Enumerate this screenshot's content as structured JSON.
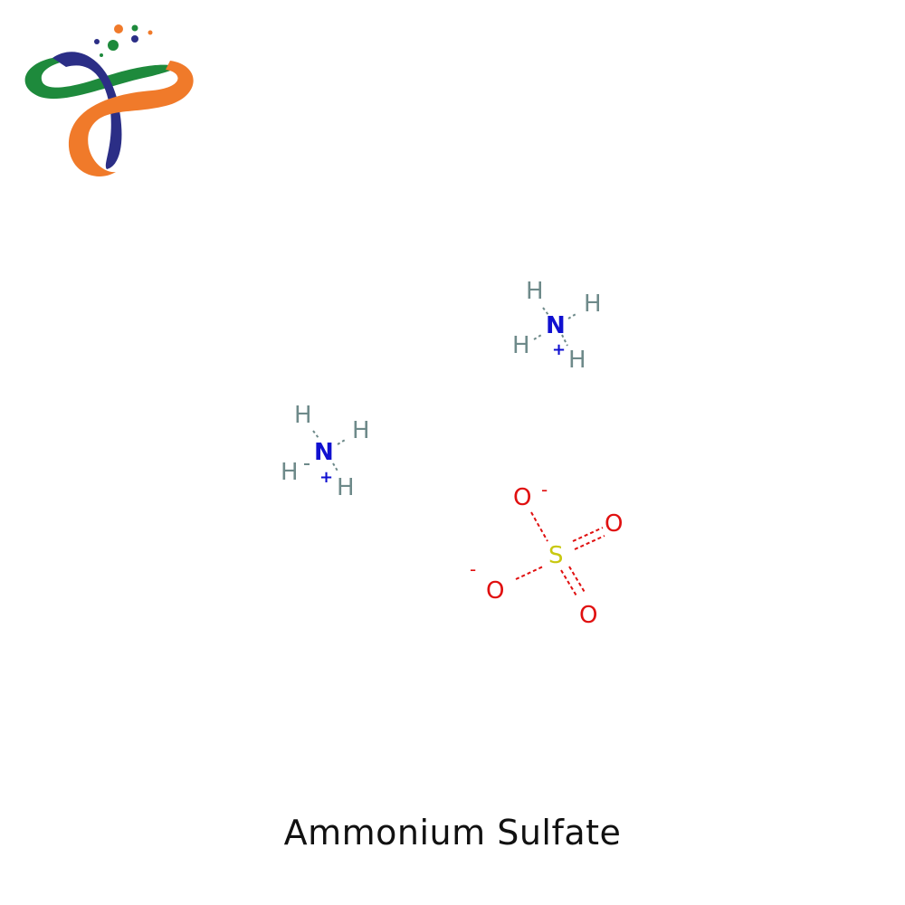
{
  "logo": {
    "name": "brand-logo",
    "colors": {
      "green": "#1e8a3c",
      "navy": "#2b2e86",
      "orange": "#f07a2a"
    }
  },
  "molecule": {
    "name": "Ammonium Sulfate",
    "colors": {
      "hydrogen": "#6e8a8a",
      "nitrogen": "#1010d0",
      "oxygen": "#e01010",
      "sulfur": "#c8c810"
    },
    "ammonium_1": {
      "n": "N",
      "charge": "+",
      "h": [
        "H",
        "H",
        "H",
        "H"
      ]
    },
    "ammonium_2": {
      "n": "N",
      "charge": "+",
      "h": [
        "H",
        "H",
        "H",
        "H"
      ]
    },
    "sulfate": {
      "s": "S",
      "o": [
        "O",
        "O",
        "O",
        "O"
      ],
      "charges": [
        "-",
        "-"
      ]
    }
  },
  "caption": "Ammonium Sulfate"
}
